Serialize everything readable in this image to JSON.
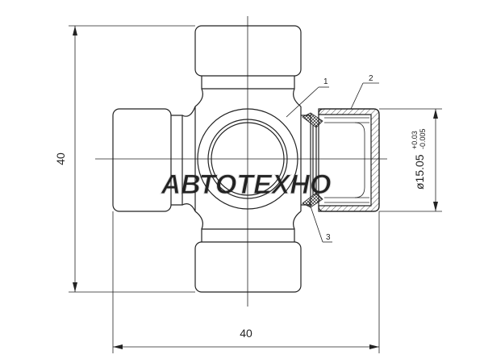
{
  "drawing": {
    "dim_height": "40",
    "dim_width": "40",
    "dim_diameter": "ø15.05",
    "tol_upper": "+0.03",
    "tol_lower": "-0.005",
    "callouts": [
      "1",
      "2",
      "3"
    ],
    "watermark": "АВТОТЕХНО"
  }
}
